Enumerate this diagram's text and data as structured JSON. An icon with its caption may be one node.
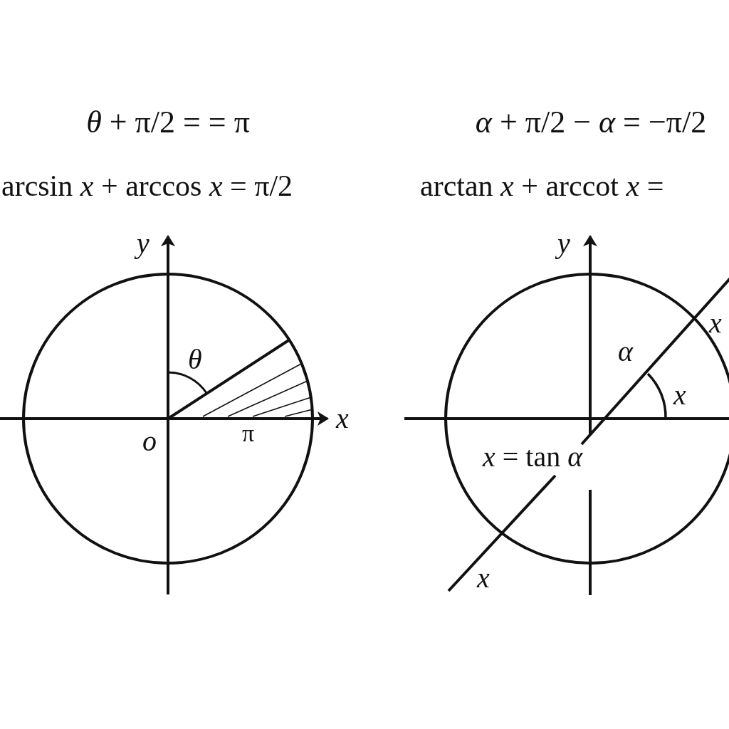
{
  "diagram": {
    "labels": [
      "*θ* + π/2 = = π",
      "arcsin *x* + arccos *x* = π/2",
      "*α* + π/2 − *α* = −π/2",
      "arctan *x* + arccot *x* =",
      "*y*",
      "*θ*",
      "*x*",
      "*o*",
      "π",
      "*y*",
      "*α*",
      "*x*",
      "*x*",
      "*x* = tan *α*",
      "*x*"
    ]
  }
}
